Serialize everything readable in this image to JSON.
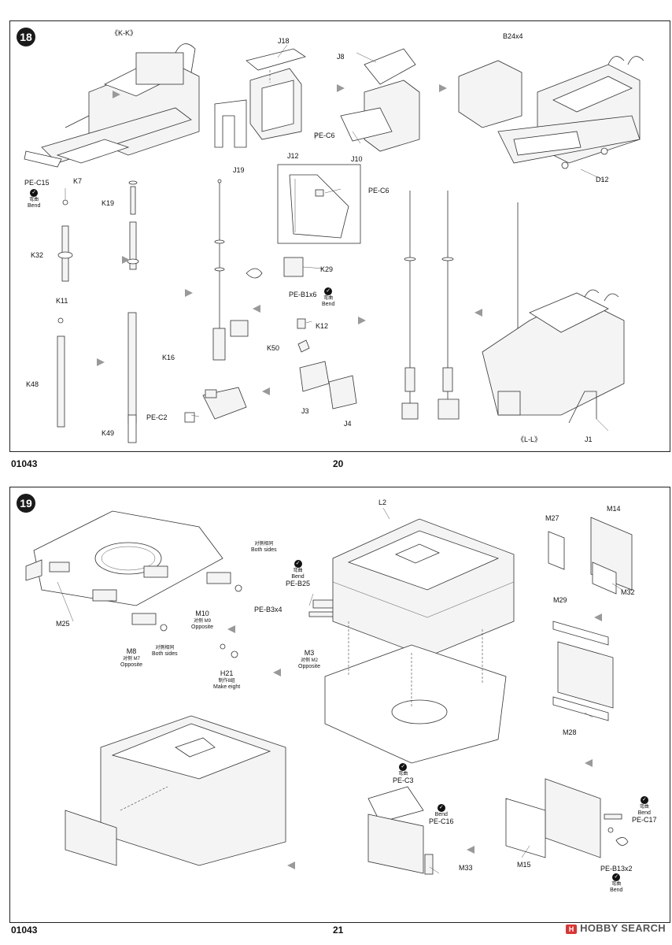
{
  "step18": {
    "number": "18",
    "labels": {
      "kk": "《K-K》",
      "b24": "B24x4",
      "j18": "J18",
      "j8": "J8",
      "pec6_a": "PE-C6",
      "pec6_b": "PE-C6",
      "j12": "J12",
      "j19": "J19",
      "j10": "J10",
      "d12": "D12",
      "pec15": "PE-C15",
      "k7": "K7",
      "k19": "K19",
      "k32": "K32",
      "k11": "K11",
      "k48": "K48",
      "k49": "K49",
      "k16": "K16",
      "pec2": "PE-C2",
      "k29": "K29",
      "peb1": "PE-B1x6",
      "k12": "K12",
      "k50": "K50",
      "j3": "J3",
      "j4": "J4",
      "ll": "《L-L》",
      "j1": "J1"
    },
    "bend_cn": "弯曲",
    "bend_en": "Bend"
  },
  "footer": {
    "code_left": "01043",
    "page_left": "20",
    "code_right": "01043",
    "page_right": "21"
  },
  "step19": {
    "number": "19",
    "labels": {
      "l2": "L2",
      "m27": "M27",
      "m14": "M14",
      "m32": "M32",
      "m29": "M29",
      "m28": "M28",
      "m25": "M25",
      "m8": "M8",
      "m10": "M10",
      "m3": "M3",
      "h21": "H21",
      "peb25": "PE-B25",
      "peb3": "PE-B3x4",
      "pec3": "PE-C3",
      "pec16": "PE-C16",
      "m33": "M33",
      "m15": "M15",
      "pec17": "PE-C17",
      "peb13": "PE-B13x2"
    },
    "notes": {
      "both_cn": "对侧相同",
      "both_en": "Both sides",
      "m7_cn": "对侧 M7",
      "m9_cn": "对侧 M9",
      "m2_cn": "对侧 M2",
      "opposite": "Opposite",
      "both_sides_m8": "Both sides",
      "make_cn": "制作8组",
      "make_en": "Make eight",
      "bend_cn": "弯曲",
      "bend_en": "Bend"
    }
  },
  "watermark": {
    "text": "HOBBY SEARCH",
    "logo": "H"
  }
}
